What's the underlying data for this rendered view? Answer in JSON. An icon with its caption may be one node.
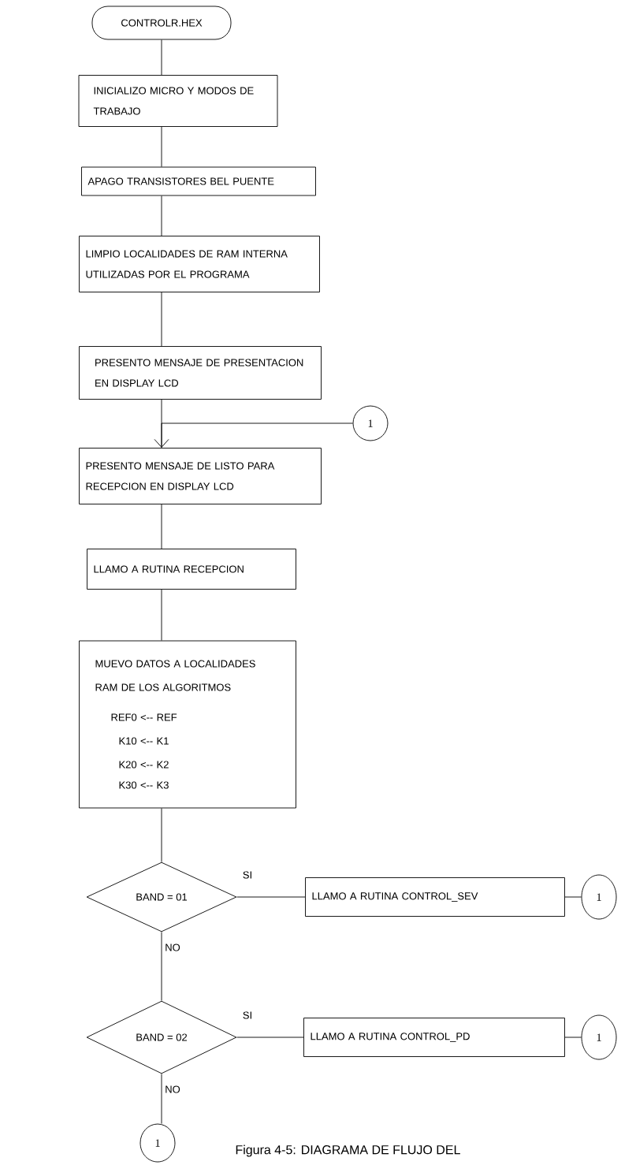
{
  "diagram": {
    "caption": "Figura 4-5: DIAGRAMA DE FLUJO DEL",
    "nodes": [
      {
        "text": [
          "CONTROLR.HEX"
        ]
      },
      {
        "text": [
          "INICIALIZO MICRO Y MODOS DE TRABAJO"
        ]
      },
      {
        "text": [
          "APAGO TRANSISTORES BEL PUENTE"
        ]
      },
      {
        "text": [
          "LIMPIO LOCALIDADES DE RAM INTERNA UTILIZADAS POR EL PROGRAMA"
        ]
      },
      {
        "text": [
          "PRESENTO MENSAJE DE PRESENTACION EN DISPLAY LCD"
        ]
      },
      {
        "text": [
          "1"
        ]
      },
      {
        "text": [
          "PRESENTO MENSAJE DE LISTO PARA RECEPCION EN DISPLAY LCD"
        ]
      },
      {
        "text": [
          "LLAMO A RUTINA RECEPCION"
        ]
      },
      {
        "text": [
          "MUEVO DATOS A LOCALIDADES RAM DE LOS ALGORITMOS",
          "REF0 <-- REF",
          "K10 <-- K1",
          "K20 <-- K2",
          "K30 <-- K3"
        ]
      },
      {
        "text": [
          "BAND = 01"
        ]
      },
      {
        "text": [
          "LLAMO A RUTINA CONTROL_SEV"
        ]
      },
      {
        "text": [
          "1"
        ]
      },
      {
        "text": [
          "BAND = 02"
        ]
      },
      {
        "text": [
          "LLAMO A RUTINA CONTROL_PD"
        ]
      },
      {
        "text": [
          "1"
        ]
      },
      {
        "text": [
          "1"
        ]
      }
    ],
    "edges": [
      {
        "from": 0,
        "to": 1,
        "arrow": "none"
      },
      {
        "from": 1,
        "to": 2,
        "arrow": "none"
      },
      {
        "from": 2,
        "to": 3,
        "arrow": "none"
      },
      {
        "from": 3,
        "to": 4,
        "arrow": "none"
      },
      {
        "from": 4,
        "to": 6,
        "arrow": "none"
      },
      {
        "from": 5,
        "to": 6,
        "arrow": "to"
      },
      {
        "from": 6,
        "to": 7,
        "arrow": "none"
      },
      {
        "from": 7,
        "to": 8,
        "arrow": "none"
      },
      {
        "from": 8,
        "to": 9,
        "arrow": "none"
      },
      {
        "from": 9,
        "to": 10,
        "label": "SI",
        "arrow": "none"
      },
      {
        "from": 10,
        "to": 11,
        "arrow": "none"
      },
      {
        "from": 9,
        "to": 12,
        "label": "NO",
        "arrow": "none"
      },
      {
        "from": 12,
        "to": 13,
        "label": "SI",
        "arrow": "none"
      },
      {
        "from": 13,
        "to": 14,
        "arrow": "none"
      },
      {
        "from": 12,
        "to": 15,
        "label": "NO",
        "arrow": "none"
      }
    ]
  }
}
